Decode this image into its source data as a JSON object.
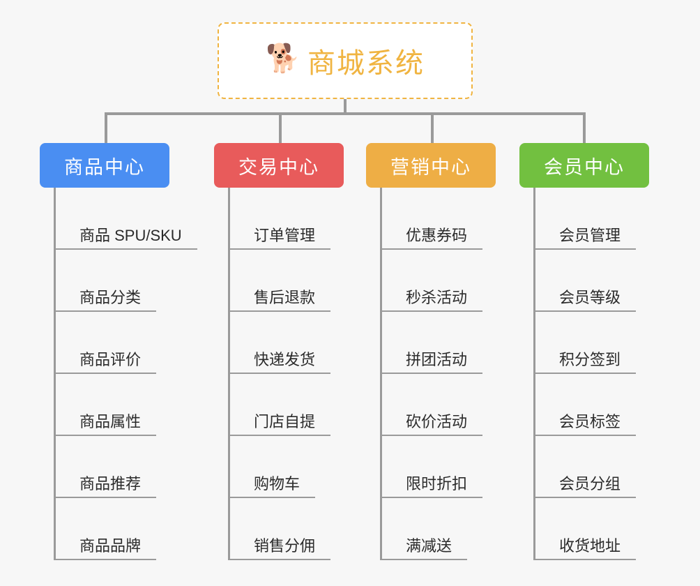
{
  "page": {
    "background_color": "#f7f7f7",
    "line_color": "#9a9a9a",
    "text_color": "#2b2b2b"
  },
  "root": {
    "icon": "shiba-dog-face-emoji",
    "icon_glyph": "🐕",
    "title": "商城系统",
    "accent_color": "#f0b441",
    "border_style": "dashed",
    "background_color": "#ffffff"
  },
  "categories": [
    {
      "label": "商品中心",
      "color": "#4a8ef2",
      "items": [
        "商品 SPU/SKU",
        "商品分类",
        "商品评价",
        "商品属性",
        "商品推荐",
        "商品品牌"
      ]
    },
    {
      "label": "交易中心",
      "color": "#e85b5b",
      "items": [
        "订单管理",
        "售后退款",
        "快递发货",
        "门店自提",
        "购物车",
        "销售分佣"
      ]
    },
    {
      "label": "营销中心",
      "color": "#eeae45",
      "items": [
        "优惠券码",
        "秒杀活动",
        "拼团活动",
        "砍价活动",
        "限时折扣",
        "满减送"
      ]
    },
    {
      "label": "会员中心",
      "color": "#72c040",
      "items": [
        "会员管理",
        "会员等级",
        "积分签到",
        "会员标签",
        "会员分组",
        "收货地址"
      ]
    }
  ]
}
